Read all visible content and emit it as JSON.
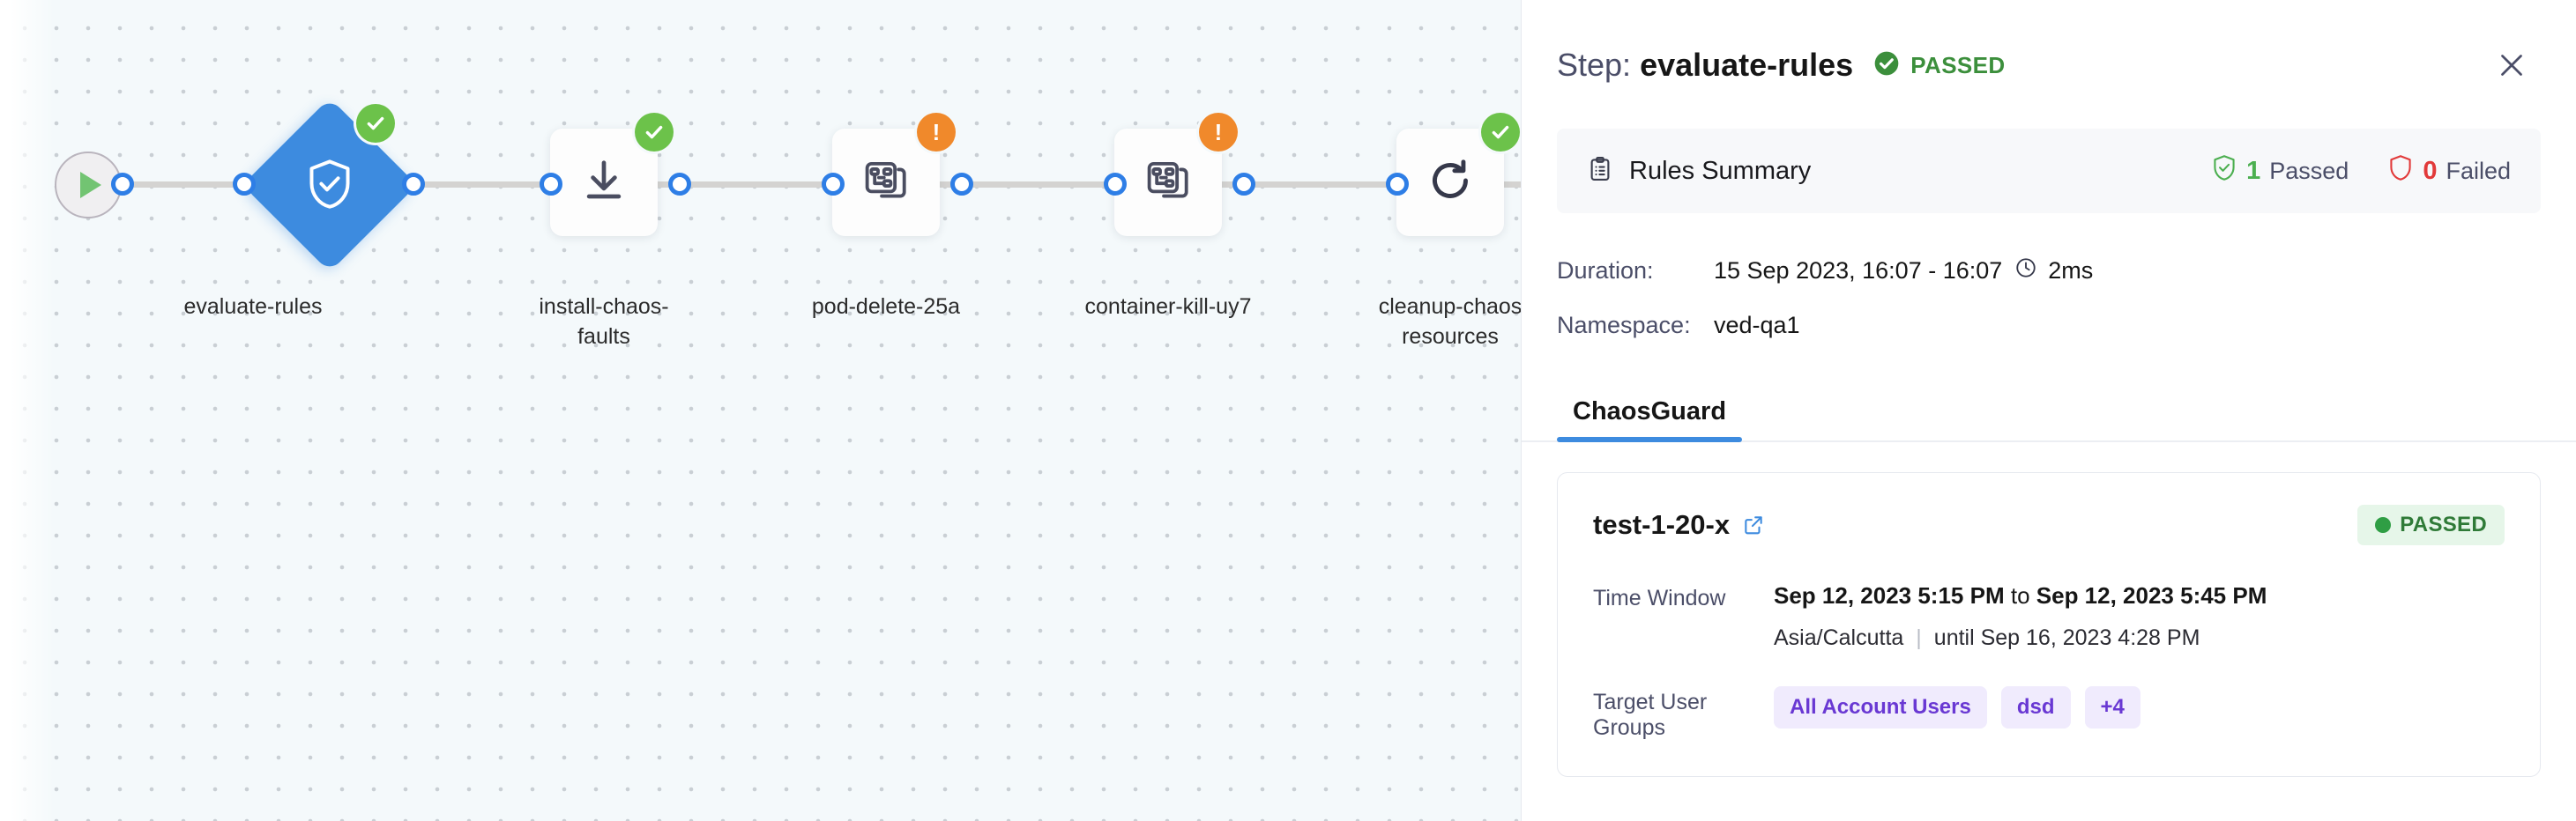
{
  "canvas": {
    "start_node": {
      "icon": "play-icon",
      "label": ""
    },
    "nodes": [
      {
        "id": "evaluate-rules",
        "label": "evaluate-rules",
        "shape": "diamond",
        "icon": "shield-check-icon",
        "status": "success",
        "selected": true
      },
      {
        "id": "install-chaos",
        "label": "install-chaos-\nfaults",
        "shape": "card",
        "icon": "download-icon",
        "status": "success",
        "selected": false
      },
      {
        "id": "pod-delete-25a",
        "label": "pod-delete-25a",
        "shape": "card",
        "icon": "chaos-fault-icon",
        "status": "warning",
        "selected": false
      },
      {
        "id": "container-kill",
        "label": "container-kill-uy7",
        "shape": "card",
        "icon": "chaos-fault-icon",
        "status": "warning",
        "selected": false
      },
      {
        "id": "cleanup-chaos",
        "label": "cleanup-chaos\nresources",
        "shape": "card",
        "icon": "refresh-icon",
        "status": "success",
        "selected": false
      }
    ]
  },
  "panel": {
    "header": {
      "step_label": "Step:",
      "step_name": "evaluate-rules",
      "status_icon": "check-circle-icon",
      "status_text": "PASSED",
      "close_icon": "close-icon"
    },
    "rules_summary": {
      "icon": "clipboard-icon",
      "title": "Rules Summary",
      "passed_count": "1",
      "passed_label": "Passed",
      "passed_icon": "shield-check-icon",
      "failed_count": "0",
      "failed_label": "Failed",
      "failed_icon": "shield-outline-icon"
    },
    "meta": {
      "duration_key": "Duration:",
      "duration_value": "15 Sep 2023, 16:07 - 16:07",
      "duration_icon": "clock-icon",
      "duration_elapsed": "2ms",
      "namespace_key": "Namespace:",
      "namespace_value": "ved-qa1"
    },
    "tabs": [
      {
        "label": "ChaosGuard",
        "active": true
      }
    ],
    "result_card": {
      "name": "test-1-20-x",
      "external_link_icon": "external-link-icon",
      "status_text": "PASSED",
      "time_window_key": "Time Window",
      "time_window_start": "Sep 12, 2023 5:15 PM",
      "time_window_sep": "to",
      "time_window_end": "Sep 12, 2023 5:45 PM",
      "timezone": "Asia/Calcutta",
      "until_text": "until Sep 16, 2023 4:28 PM",
      "target_groups_key": "Target User Groups",
      "target_groups": [
        "All Account Users",
        "dsd",
        "+4"
      ]
    }
  },
  "colors": {
    "accent_blue": "#3d8bdf",
    "success_green": "#6cc24a",
    "warning_orange": "#f0892b",
    "danger_red": "#e23a3a",
    "chip_purple": "#6938d3",
    "canvas_bg": "#f4f9fb"
  }
}
